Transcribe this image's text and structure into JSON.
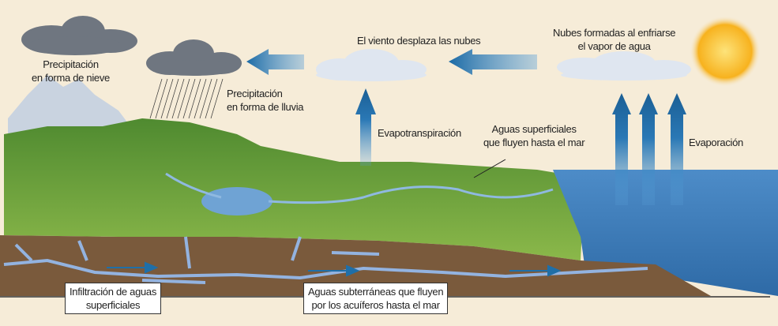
{
  "labels": {
    "snow": [
      "Precipitación",
      "en forma de nieve"
    ],
    "rain": [
      "Precipitación",
      "en forma de lluvia"
    ],
    "wind": "El viento desplaza las nubes",
    "clouds_formed": [
      "Nubes formadas al enfriarse",
      "el vapor de agua"
    ],
    "evapotranspiration": "Evapotranspiración",
    "surface_water": [
      "Aguas superficiales",
      "que fluyen hasta el mar"
    ],
    "evaporation": "Evaporación",
    "infiltration": [
      "Infiltración de aguas",
      "superficiales"
    ],
    "groundwater": [
      "Aguas subterráneas que fluyen",
      "por los acuíferos hasta el mar"
    ]
  },
  "colors": {
    "background": "#f6ecd8",
    "arrow": "#1f6fa8",
    "soil": "#7a5a3c",
    "sea": "#3f7fbf",
    "land": "#5f9a3a",
    "sun": "#f7b21e"
  }
}
